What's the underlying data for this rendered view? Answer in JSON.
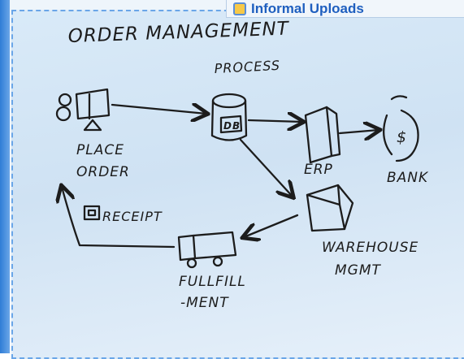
{
  "badge": {
    "label": "Informal Uploads",
    "icon": "upload-icon"
  },
  "diagram": {
    "title_line1": "ORDER MANAGEMENT",
    "title_line2": "PROCESS",
    "nodes": {
      "place_order_line1": "PLACE",
      "place_order_line2": "ORDER",
      "db": "DB",
      "erp": "ERP",
      "bank": "BANK",
      "bank_symbol": "$",
      "receipt": "RECEIPT",
      "warehouse_line1": "WAREHOUSE",
      "warehouse_line2": "MGMT",
      "fulfillment_line1": "FULLFILL",
      "fulfillment_line2": "-MENT"
    }
  },
  "colors": {
    "accent": "#1f5fbf",
    "panel_border": "#6aa6e8",
    "ink": "#1c1c1c"
  }
}
